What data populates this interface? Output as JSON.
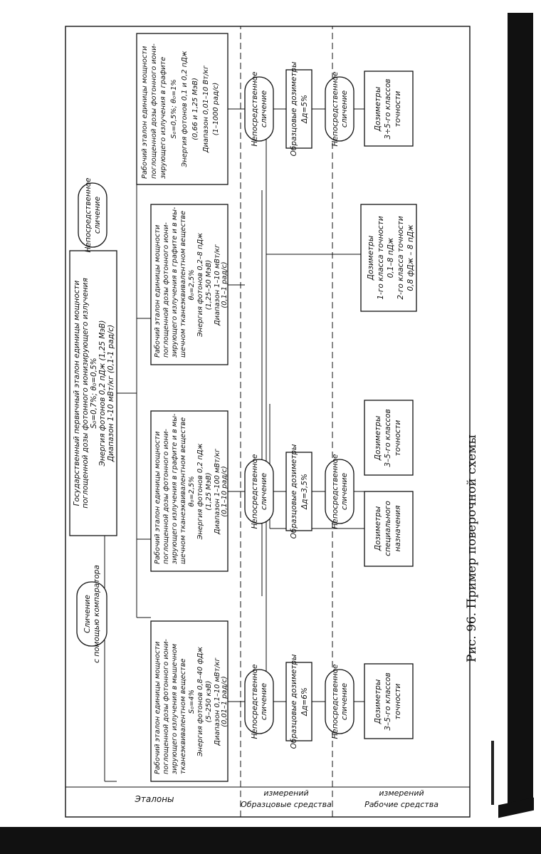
{
  "caption": "Рис. 96. Пример поверочной схемы",
  "bands": {
    "etalons": "Эталоны",
    "obraztsovye": [
      "Образцовые средства",
      "измерений"
    ],
    "rabochie": [
      "Рабочие средства",
      "измерений"
    ]
  },
  "primary": {
    "lines": [
      "Государственный первичный эталон единицы мощности",
      "поглощенной дозы фотонного ионизирующего излучения",
      "S₀=0,7%;   θ₀=0,5%",
      "Энергия фотонов 0,2 пДж (1,25 МэВ)",
      "Диапазон 1-10 мВт/кг (0,1-1 рад/с)"
    ]
  },
  "methods": {
    "comparator": [
      "Сличение",
      "с помощью компаратора"
    ],
    "direct": [
      "Непосредственное",
      "сличение"
    ]
  },
  "working": [
    {
      "lines": [
        "Рабочий эталон единицы мощности",
        "поглощенной дозы фотонного иони-",
        "зирующего излучения в мышечном",
        "тканеэквивалентном веществе",
        "S₀=4%",
        "Энергия фотонов 0,8–40 фДж",
        "(5–250 кэВ)",
        "Диапазон 0,1–10 мВт/кг",
        "(0,01–1 рад/с)"
      ]
    },
    {
      "lines": [
        "Рабочий эталон единицы мощности",
        "поглощенной дозы фотонного иони-",
        "зирующего излучения в графите и в мы-",
        "шечном тканеэквивалентном веществе",
        "θ₀=2,5%",
        "Энергия фотонов 0,2 пДж",
        "(1,25 МэВ)",
        "Диапазон 1–100 мВт/кг",
        "(0,1–10 рад/с)"
      ]
    },
    {
      "lines": [
        "Рабочий эталон единицы мощности",
        "поглощенной дозы фотонного иони-",
        "зирующего излучения в графите и в мы-",
        "шечном тканеэквивалентном веществе",
        "θ₀=2,5%",
        "Энергия фотонов 0,2–8 пДж",
        "(1,25–50 МэВ)",
        "Диапазон 1–10 мВт/кг",
        "(0,1–1 рад/с)"
      ]
    },
    {
      "lines": [
        "Рабочий эталон единицы мощности",
        "поглощенной дозы фотонного иони-",
        "зирующего излучения в графите",
        "S₀=0,5%;  θ₀=1%",
        "Энергия фотонов 0,1 и 0,2 пДж",
        "(0,66 и 1,25 МэВ)",
        "Диапазон 0,01–10 Вт/кг",
        "(1–1000 рад/с)"
      ]
    }
  ],
  "reference": [
    [
      "Образцовые дозиметры",
      "Δд=6%"
    ],
    [
      "Образцовые дозиметры",
      "Δд=3,5%"
    ],
    [
      "Образцовые дозиметры",
      "Δд=5%"
    ]
  ],
  "instruments": {
    "a": [
      "Дозиметры",
      "3–5-го классов",
      "точности"
    ],
    "b": [
      "Дозиметры",
      "специального",
      "назначения"
    ],
    "c": [
      "Дозиметры",
      "3–5-го классов",
      "точности"
    ],
    "d": [
      "Дозиметры",
      "1-го класса точности",
      "0,1–8 пДж",
      "2-го класса точности",
      "0,8 фДж – 8 пДж"
    ],
    "e": [
      "Дозиметры",
      "3÷5-го классов",
      "точности"
    ]
  }
}
